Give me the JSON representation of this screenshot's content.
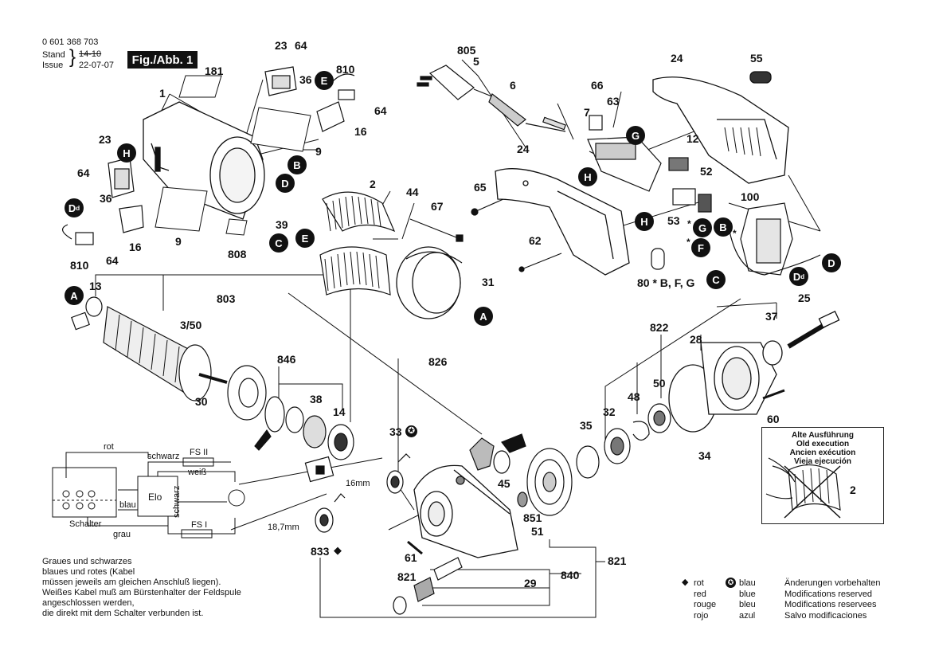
{
  "header": {
    "doc_number": "0 601 368 703",
    "stand_label": "Stand",
    "issue_label": "Issue",
    "stand_value": "14-10",
    "issue_value": "22-07-07",
    "figure_label": "Fig./Abb. 1"
  },
  "part_numbers": {
    "p1": "1",
    "p2": "2",
    "p2b": "2",
    "p3_50": "3/50",
    "p5": "5",
    "p6": "6",
    "p7": "7",
    "p9a": "9",
    "p9b": "9",
    "p12": "12",
    "p13": "13",
    "p14": "14",
    "p16a": "16",
    "p16b": "16",
    "p23a": "23",
    "p23b": "23",
    "p24a": "24",
    "p24b": "24",
    "p25": "25",
    "p28": "28",
    "p29": "29",
    "p30": "30",
    "p31": "31",
    "p32": "32",
    "p33": "33",
    "p34": "34",
    "p35": "35",
    "p36a": "36",
    "p36b": "36",
    "p37": "37",
    "p38": "38",
    "p39": "39",
    "p44": "44",
    "p45": "45",
    "p48": "48",
    "p50": "50",
    "p51": "51",
    "p52": "52",
    "p53": "53",
    "p55": "55",
    "p60": "60",
    "p61": "61",
    "p62": "62",
    "p63": "63",
    "p64a": "64",
    "p64b": "64",
    "p64c": "64",
    "p64d": "64",
    "p65": "65",
    "p66": "66",
    "p67": "67",
    "p80": "80 * B, F, G",
    "p100": "100",
    "p181": "181",
    "p803": "803",
    "p805": "805",
    "p808": "808",
    "p810a": "810",
    "p810b": "810",
    "p821a": "821",
    "p821b": "821",
    "p822": "822",
    "p826": "826",
    "p833": "833",
    "p840": "840",
    "p846": "846",
    "p851": "851"
  },
  "dimensions": {
    "d16": "16mm",
    "d18": "18,7mm"
  },
  "callouts": {
    "A": "A",
    "B": "B",
    "C": "C",
    "D": "D",
    "Dd": "D",
    "Dd_sub": "d",
    "E": "E",
    "F": "F",
    "G": "G",
    "H": "H"
  },
  "wiring": {
    "rot": "rot",
    "schwarz1": "schwarz",
    "schwarz2": "schwarz",
    "weiss": "weiß",
    "fs2": "FS II",
    "fs1": "FS I",
    "elo": "Elo",
    "blau": "blau",
    "schalter": "Schalter",
    "grau": "grau"
  },
  "note_text": [
    "Graues und schwarzes",
    "blaues und rotes (Kabel",
    "müssen jeweils am gleichen Anschluß liegen).",
    "Weißes Kabel muß am Bürstenhalter der Feldspule",
    "angeschlossen werden,",
    "die direkt mit dem Schalter verbunden ist."
  ],
  "old_execution": {
    "lines": [
      "Alte Ausführung",
      "Old execution",
      "Ancien exécution",
      "Vieja ejecución"
    ],
    "part": "2"
  },
  "legend": {
    "red": [
      "rot",
      "red",
      "rouge",
      "rojo"
    ],
    "blue": [
      "blau",
      "blue",
      "bleu",
      "azul"
    ],
    "modifications": [
      "Änderungen vorbehalten",
      "Modifications reserved",
      "Modifications reservees",
      "Salvo modificaciones"
    ]
  }
}
